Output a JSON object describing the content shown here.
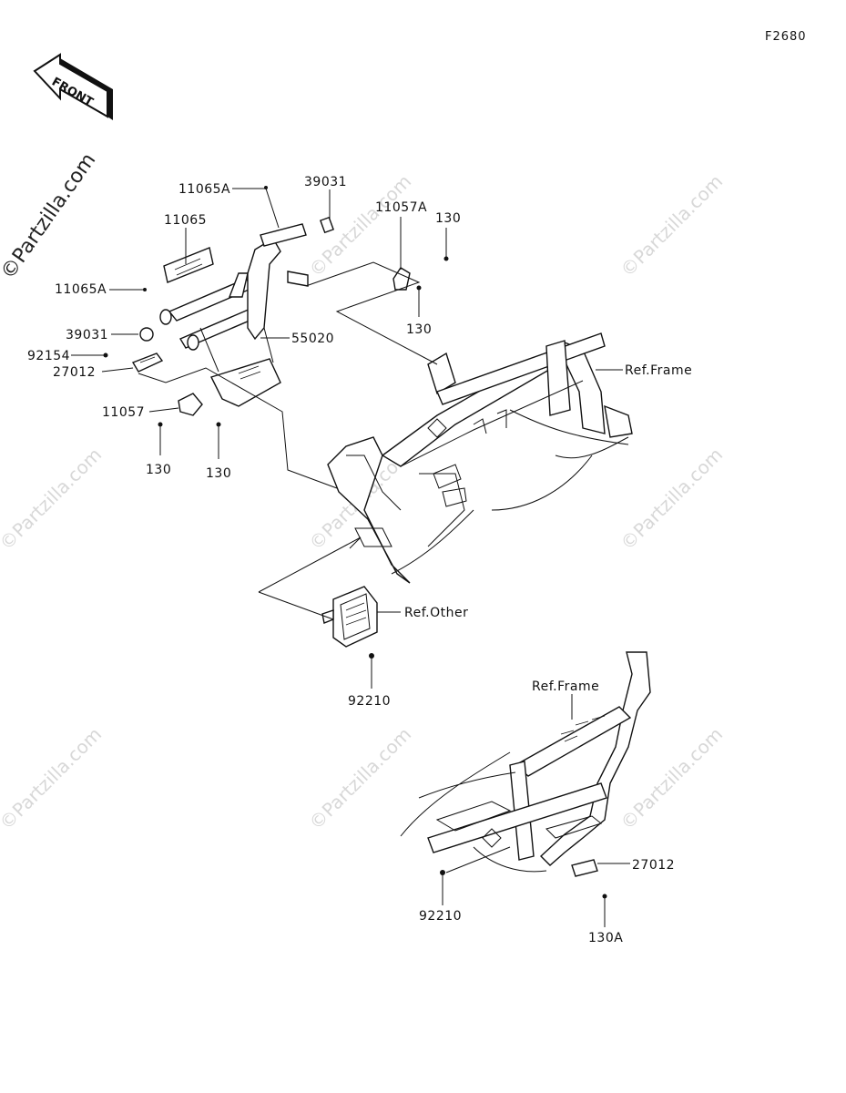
{
  "figure_code": "F2680",
  "front_label": "FRONT",
  "watermark": "©Partzilla.com",
  "watermark_repeat": "©Partzilla.com",
  "callouts": {
    "c_11065A_top": "11065A",
    "c_39031_top": "39031",
    "c_11065": "11065",
    "c_11057A": "11057A",
    "c_130_top": "130",
    "c_11065A_left": "11065A",
    "c_130_mid": "130",
    "c_39031_left": "39031",
    "c_55020": "55020",
    "c_92154": "92154",
    "c_27012_left": "27012",
    "c_ref_frame_1": "Ref.Frame",
    "c_11057": "11057",
    "c_130_bl": "130",
    "c_130_br": "130",
    "c_ref_other": "Ref.Other",
    "c_92210_mid": "92210",
    "c_ref_frame_2": "Ref.Frame",
    "c_27012_right": "27012",
    "c_92210_bottom": "92210",
    "c_130A": "130A"
  }
}
